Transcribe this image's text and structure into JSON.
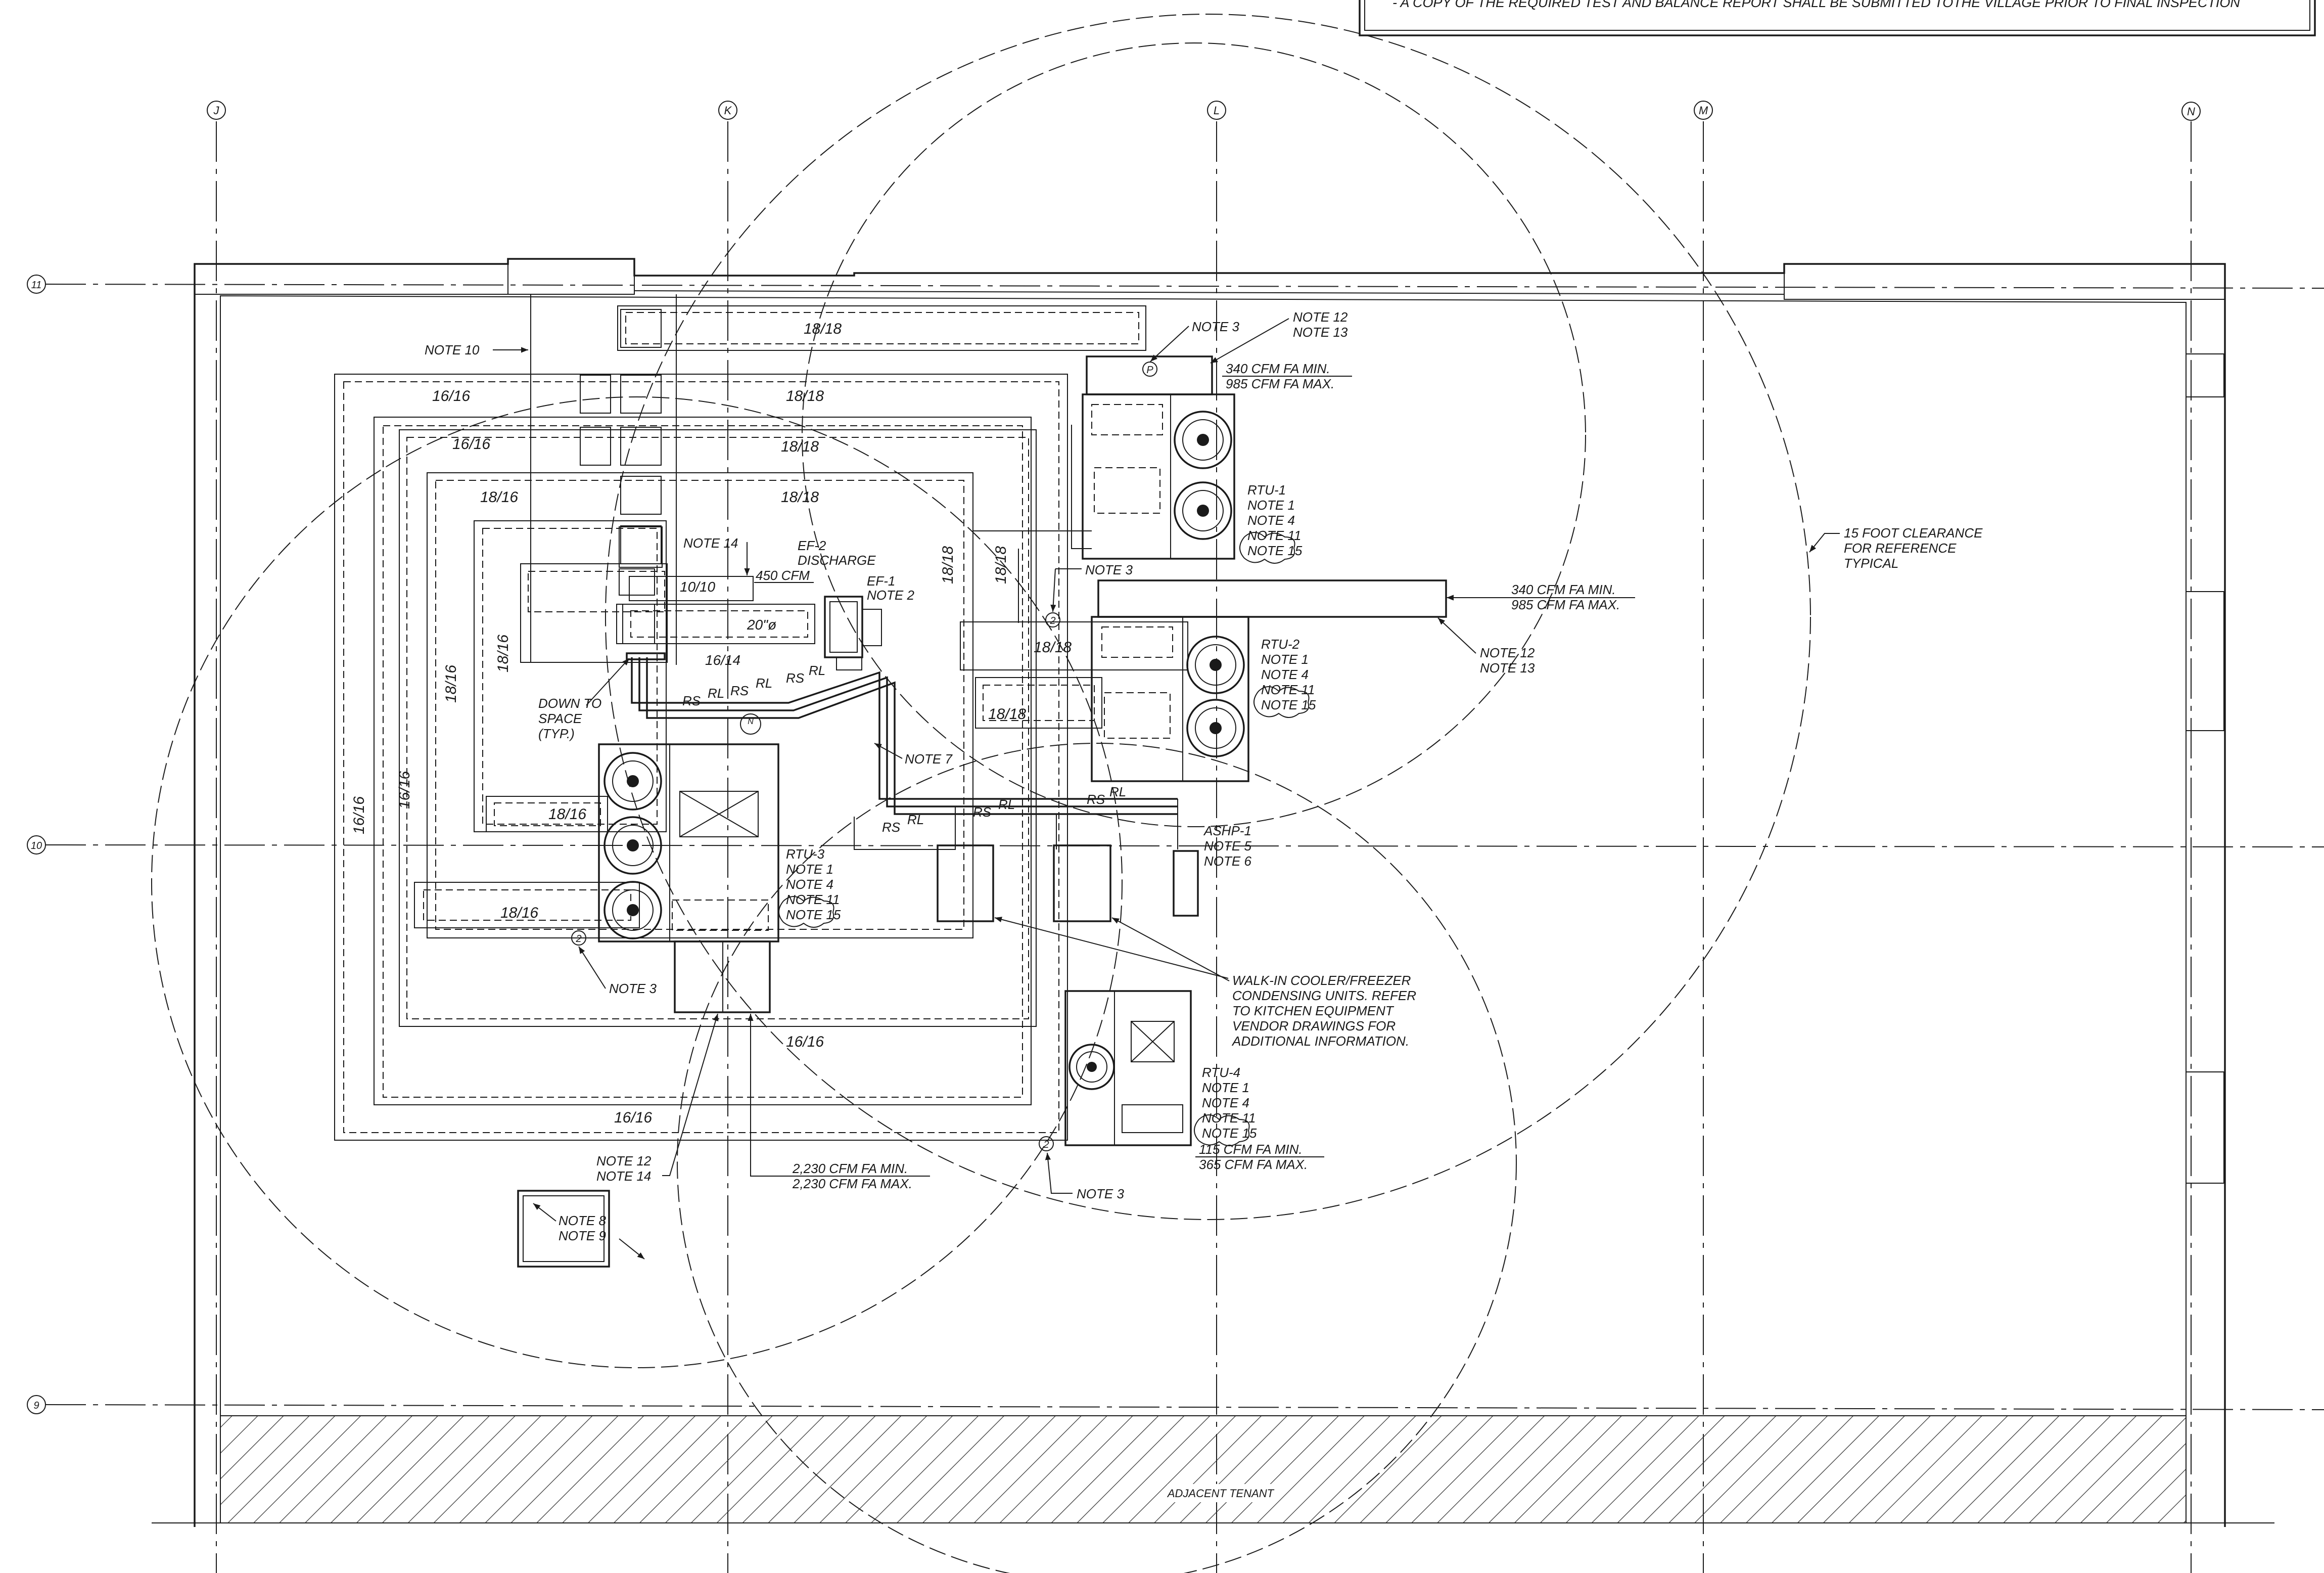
{
  "header_note": "- A COPY OF THE REQUIRED TEST AND BALANCE REPORT SHALL BE SUBMITTED TOTHE VILLAGE PRIOR TO FINAL INSPECTION",
  "grid_columns": [
    "J",
    "K",
    "L",
    "M",
    "N"
  ],
  "grid_rows": [
    "11",
    "10",
    "9"
  ],
  "duct_sizes": {
    "top_18_18": "18/18",
    "mid_18_18_a": "18/18",
    "mid_18_18_b": "18/18",
    "mid_18_18_c": "18/18",
    "left_16_16_a": "16/16",
    "left_16_16_b": "16/16",
    "left_18_16": "18/16",
    "vert_16_16_a": "16/16",
    "vert_16_16_b": "16/16",
    "vert_18_16_a": "18/16",
    "vert_18_16_b": "18/16",
    "vert_18_18_a": "18/18",
    "vert_18_18_b": "18/18",
    "low_18_16": "18/16",
    "low_18_16_b": "18/16",
    "r_18_18_a": "18/18",
    "r_18_18_b": "18/18",
    "bottom_16_16_a": "16/16",
    "bottom_16_16_b": "16/16",
    "d10_10": "10/10",
    "d16_14": "16/14",
    "d20": "20\"ø"
  },
  "rtu1": {
    "name": "RTU-1",
    "n1": "NOTE 1",
    "n2": "NOTE 4",
    "n3": "NOTE 11",
    "n4": "NOTE 15"
  },
  "rtu2": {
    "name": "RTU-2",
    "n1": "NOTE 1",
    "n2": "NOTE 4",
    "n3": "NOTE 11",
    "n4": "NOTE 15"
  },
  "rtu3": {
    "name": "RTU-3",
    "n1": "NOTE 1",
    "n2": "NOTE 4",
    "n3": "NOTE 11",
    "n4": "NOTE 15"
  },
  "rtu4": {
    "name": "RTU-4",
    "n1": "NOTE 1",
    "n2": "NOTE 4",
    "n3": "NOTE 11",
    "n4": "NOTE 15"
  },
  "ashp1": {
    "name": "ASHP-1",
    "n1": "NOTE 5",
    "n2": "NOTE 6"
  },
  "ef1": {
    "name": "EF-1",
    "n1": "NOTE 2"
  },
  "ef2": {
    "l1": "EF-2",
    "l2": "DISCHARGE",
    "l3": "450 CFM"
  },
  "notes": {
    "note3_a": "NOTE 3",
    "note3_b": "NOTE 3",
    "note3_c": "NOTE 3",
    "note3_d": "NOTE 3",
    "note7": "NOTE 7",
    "note8": "NOTE 8",
    "note9": "NOTE 9",
    "note10": "NOTE 10",
    "note14": "NOTE 14",
    "rtu1_n12": "NOTE 12",
    "rtu1_n13": "NOTE 13",
    "rtu2_n12": "NOTE 12",
    "rtu2_n13": "NOTE 13",
    "rtu3_n12": "NOTE 12",
    "rtu3_n14": "NOTE 14"
  },
  "cfm": {
    "rtu1_min": "340 CFM FA MIN.",
    "rtu1_max": "985 CFM FA MAX.",
    "rtu2_min": "340 CFM FA MIN.",
    "rtu2_max": "985 CFM FA MAX.",
    "rtu3_min": "2,230 CFM FA MIN.",
    "rtu3_max": "2,230 CFM FA MAX.",
    "rtu4_min": "115 CFM FA MIN.",
    "rtu4_max": "365 CFM FA MAX."
  },
  "clearance": {
    "l1": "15 FOOT CLEARANCE",
    "l2": "FOR REFERENCE",
    "l3": "TYPICAL"
  },
  "down_to_space": {
    "l1": "DOWN TO",
    "l2": "SPACE",
    "l3": "(TYP.)"
  },
  "walk_in": {
    "l1": "WALK-IN COOLER/FREEZER",
    "l2": "CONDENSING UNITS.  REFER",
    "l3": "TO KITCHEN EQUIPMENT",
    "l4": "VENDOR DRAWINGS FOR",
    "l5": "ADDITIONAL INFORMATION."
  },
  "refrigerant": {
    "rs": "RS",
    "rl": "RL"
  },
  "tags": {
    "t2": "2",
    "tp": "P"
  },
  "north": "N",
  "adjacent": "ADJACENT TENANT"
}
